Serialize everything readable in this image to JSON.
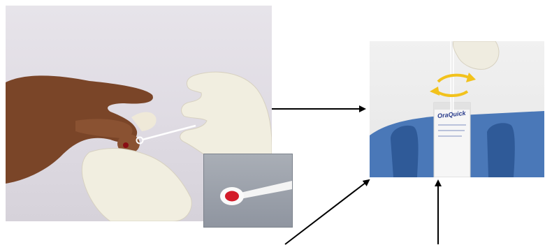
{
  "panels": {
    "left_photo": {
      "icon": "finger-prick-blood-sample-photo"
    },
    "inset": {
      "icon": "sample-loop-closeup-photo"
    },
    "right_photo": {
      "icon": "test-vial-in-stand-photo"
    }
  },
  "vial_label": "OraQuick",
  "colors": {
    "background": "#ffffff",
    "arrow": "#000000",
    "stand": "#4a78b8",
    "glove": "#f1eee0",
    "skin": "#7a4528"
  }
}
